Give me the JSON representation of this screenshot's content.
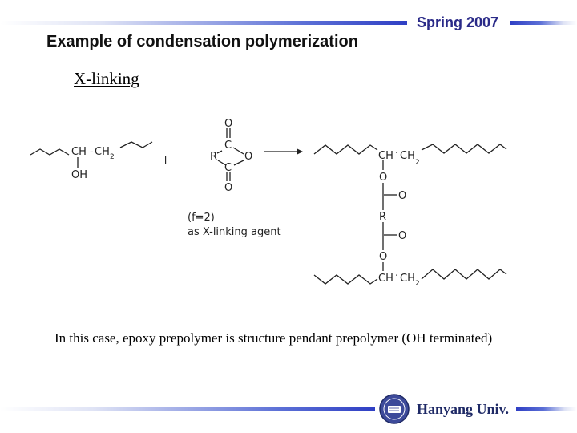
{
  "header": {
    "semester": "Spring 2007",
    "title": "Example of condensation polymerization"
  },
  "subtitle": "X-linking",
  "reaction": {
    "plus": "+",
    "reactant1": {
      "ch": "CH",
      "ch2": "CH",
      "ch2_sub": "2",
      "oh": "OH"
    },
    "reactant2": {
      "o_top": "O",
      "c_top": "C",
      "r": "R",
      "o_ring": "O",
      "c_bottom": "C",
      "o_bottom": "O"
    },
    "agent_note": {
      "line1": "(f=2)",
      "line2": "as X-linking agent"
    },
    "product": {
      "top_ch": "CH",
      "top_ch2": "CH",
      "top_ch2_sub": "2",
      "o1": "O",
      "o_side1": "O",
      "r": "R",
      "o_side2": "O",
      "o2": "O",
      "bottom_ch": "CH",
      "bottom_ch2": "CH",
      "bottom_ch2_sub": "2"
    }
  },
  "caption": "In this case,  epoxy prepolymer is structure pendant prepolymer (OH terminated)",
  "footer": {
    "university": "Hanyang Univ."
  }
}
